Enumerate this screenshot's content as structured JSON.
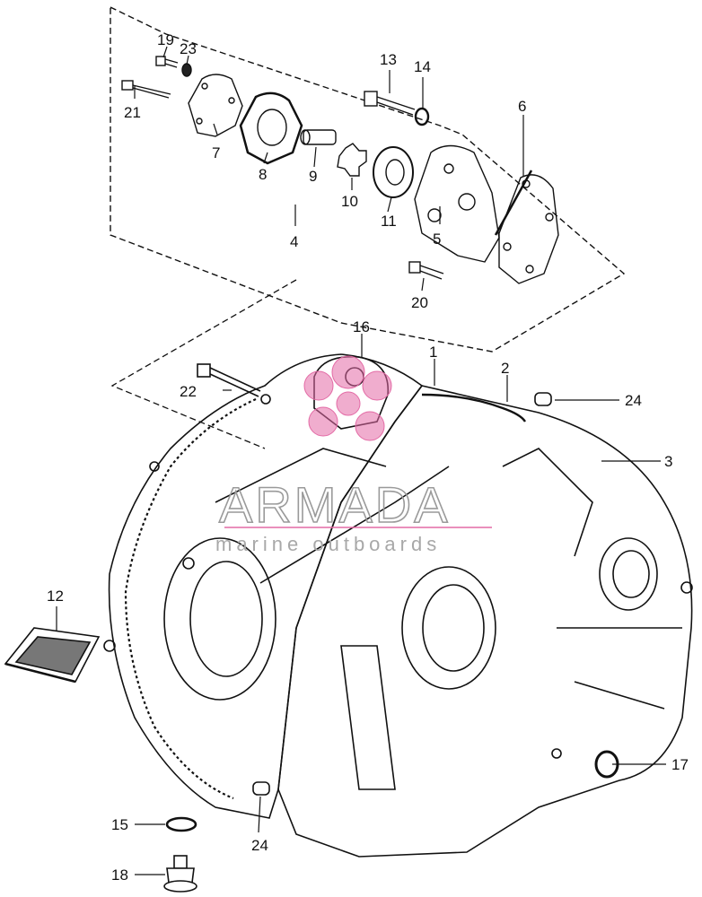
{
  "watermark": {
    "brand": "ARMADA",
    "tagline": "marine outboards",
    "accent_color": "#e36aa5"
  },
  "parts": [
    {
      "id": "p1",
      "label": "1"
    },
    {
      "id": "p2",
      "label": "2"
    },
    {
      "id": "p3",
      "label": "3"
    },
    {
      "id": "p4",
      "label": "4"
    },
    {
      "id": "p5",
      "label": "5"
    },
    {
      "id": "p6",
      "label": "6"
    },
    {
      "id": "p7",
      "label": "7"
    },
    {
      "id": "p8",
      "label": "8"
    },
    {
      "id": "p9",
      "label": "9"
    },
    {
      "id": "p10",
      "label": "10"
    },
    {
      "id": "p11",
      "label": "11"
    },
    {
      "id": "p12",
      "label": "12"
    },
    {
      "id": "p13",
      "label": "13"
    },
    {
      "id": "p14",
      "label": "14"
    },
    {
      "id": "p15",
      "label": "15"
    },
    {
      "id": "p16",
      "label": "16"
    },
    {
      "id": "p17",
      "label": "17"
    },
    {
      "id": "p18",
      "label": "18"
    },
    {
      "id": "p19",
      "label": "19"
    },
    {
      "id": "p20",
      "label": "20"
    },
    {
      "id": "p21",
      "label": "21"
    },
    {
      "id": "p22",
      "label": "22"
    },
    {
      "id": "p23",
      "label": "23"
    },
    {
      "id": "p24a",
      "label": "24"
    },
    {
      "id": "p24b",
      "label": "24"
    }
  ]
}
